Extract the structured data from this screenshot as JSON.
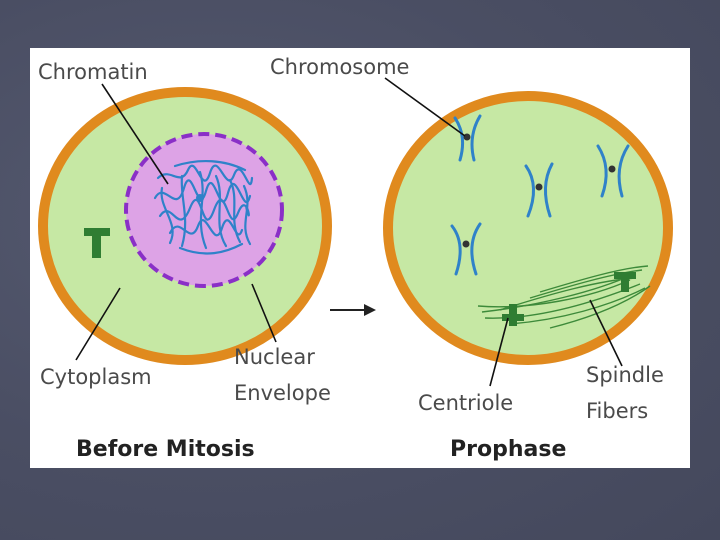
{
  "labels": {
    "chromatin": "Chromatin",
    "chromosome": "Chromosome",
    "cytoplasm": "Cytoplasm",
    "nuclear_envelope_line1": "Nuclear",
    "nuclear_envelope_line2": "Envelope",
    "centriole": "Centriole",
    "spindle_fibers_line1": "Spindle",
    "spindle_fibers_line2": "Fibers"
  },
  "captions": {
    "before": "Before Mitosis",
    "prophase": "Prophase"
  },
  "colors": {
    "cell_wall": "#e08a1e",
    "cytoplasm": "#c6e8a4",
    "nucleus": "#dda3e6",
    "nuclear_envelope": "#8a2fc7",
    "chromatin": "#2f82c9",
    "chromosome": "#2f82c9",
    "centriole": "#2f7d32",
    "spindle": "#3d8a3a",
    "slide_background": "#4c5066"
  }
}
